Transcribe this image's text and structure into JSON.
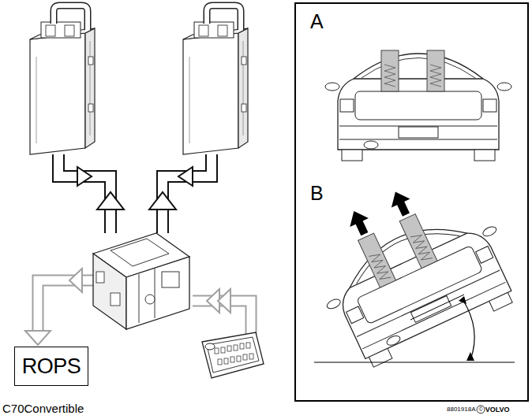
{
  "diagram": {
    "caption": "C70Convertible",
    "nodes": [
      {
        "text": [
          "ROPS"
        ]
      }
    ],
    "labels": [
      "A",
      "B",
      "8801918A",
      "©",
      "VOLVO"
    ]
  }
}
